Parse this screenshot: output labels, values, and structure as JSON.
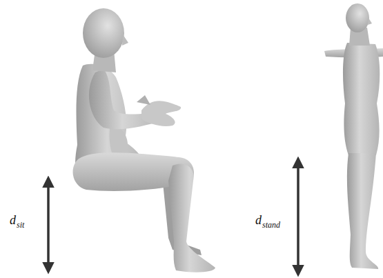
{
  "diagram": {
    "labels": [
      "d",
      "sit",
      "d",
      "stand"
    ]
  }
}
